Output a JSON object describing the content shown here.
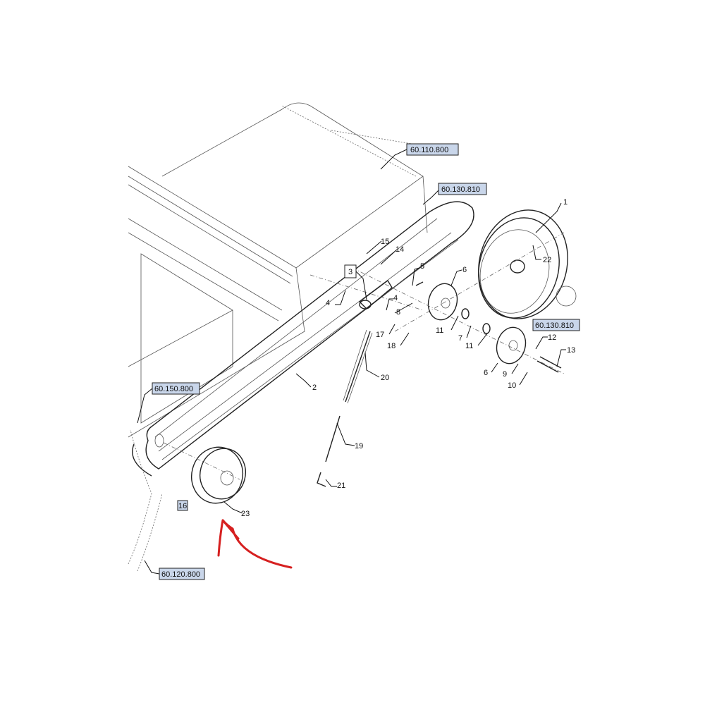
{
  "references": {
    "frame_top": "60.110.800",
    "drive_upper": "60.130.810",
    "drive_lower": "60.130.810",
    "frame_left": "60.150.800",
    "frame_bottom": "60.120.800"
  },
  "boxed_callouts": {
    "idler_arm": "3",
    "pulley_lower": "16"
  },
  "callouts": {
    "c1": "1",
    "c2": "2",
    "c4a": "4",
    "c4b": "4",
    "c5": "5",
    "c6a": "6",
    "c6b": "6",
    "c7": "7",
    "c8": "8",
    "c9": "9",
    "c10": "10",
    "c11a": "11",
    "c11b": "11",
    "c12": "12",
    "c13": "13",
    "c14": "14",
    "c15": "15",
    "c17": "17",
    "c18": "18",
    "c19": "19",
    "c20": "20",
    "c21": "21",
    "c22": "22",
    "c23": "23"
  },
  "colors": {
    "highlight": "#c9d6ea",
    "arrow": "#d62020"
  }
}
